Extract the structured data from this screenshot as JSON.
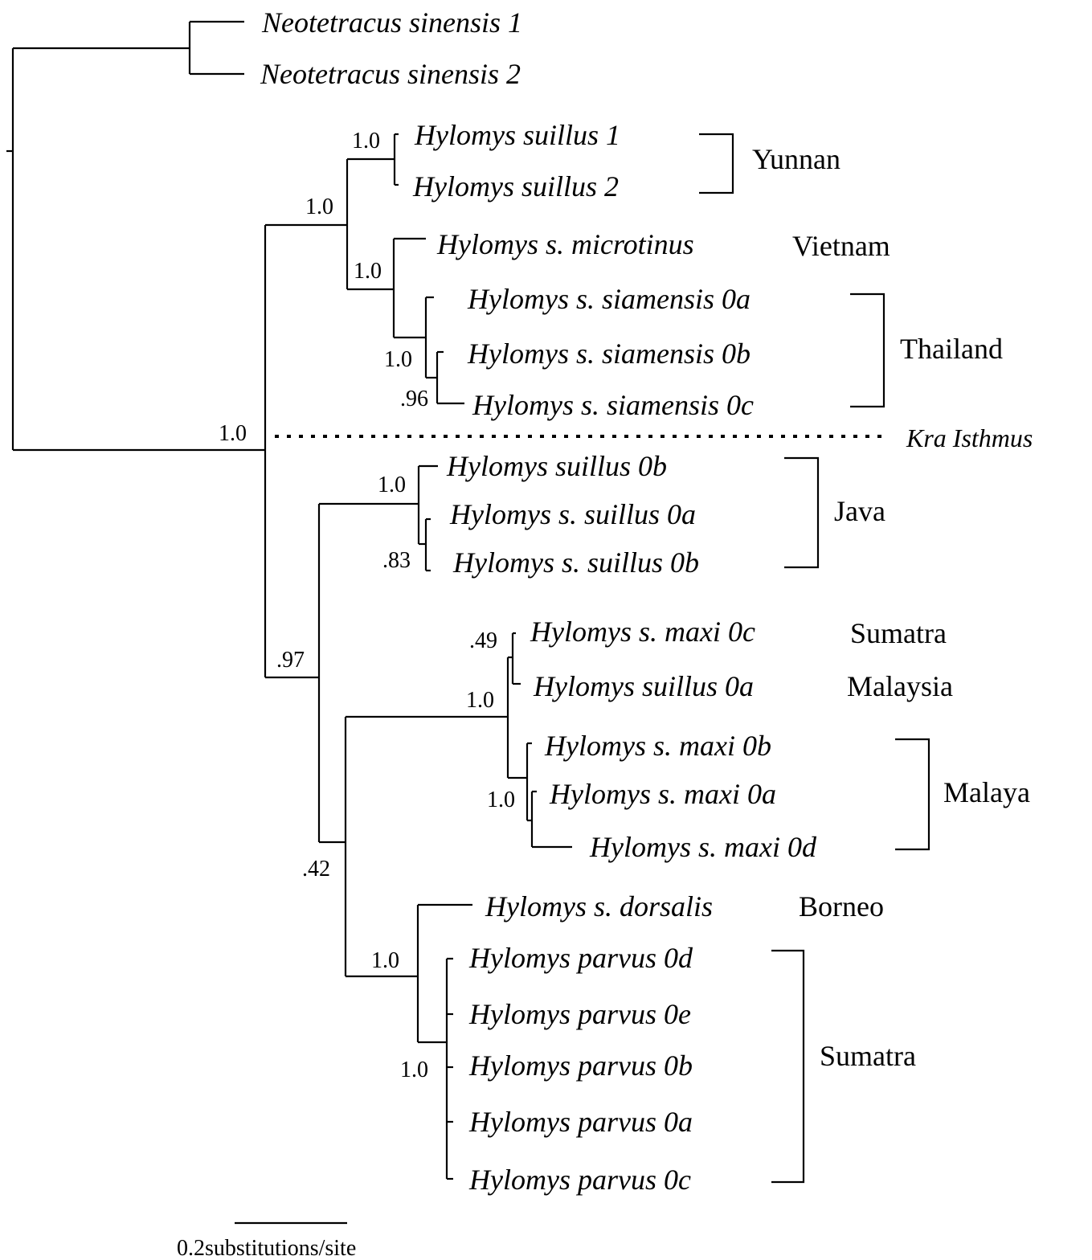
{
  "taxa": [
    "Neotetracus sinensis 1",
    "Neotetracus sinensis 2",
    "Hylomys suillus 1",
    "Hylomys suillus 2",
    "Hylomys s. microtinus",
    "Hylomys s. siamensis 0a",
    "Hylomys s. siamensis 0b",
    "Hylomys s. siamensis 0c",
    "Hylomys suillus 0b",
    "Hylomys s. suillus 0a",
    "Hylomys s. suillus 0b",
    "Hylomys s. maxi 0c",
    "Hylomys suillus 0a",
    "Hylomys s. maxi 0b",
    "Hylomys s. maxi 0a",
    "Hylomys s. maxi 0d",
    "Hylomys s. dorsalis",
    "Hylomys parvus 0d",
    "Hylomys parvus 0e",
    "Hylomys parvus 0b",
    "Hylomys parvus 0a",
    "Hylomys parvus 0c"
  ],
  "regions": [
    "Yunnan",
    "Vietnam",
    "Thailand",
    "Java",
    "Sumatra",
    "Malaysia",
    "Malaya",
    "Borneo",
    "Sumatra"
  ],
  "support_values": [
    "1.0",
    "1.0",
    "1.0",
    "1.0",
    ".96",
    "1.0",
    "1.0",
    ".83",
    ".97",
    ".49",
    "1.0",
    "1.0",
    ".42",
    "1.0",
    "1.0"
  ],
  "kra_label": "Kra Isthmus",
  "scale_label": "0.2substitutions/site"
}
